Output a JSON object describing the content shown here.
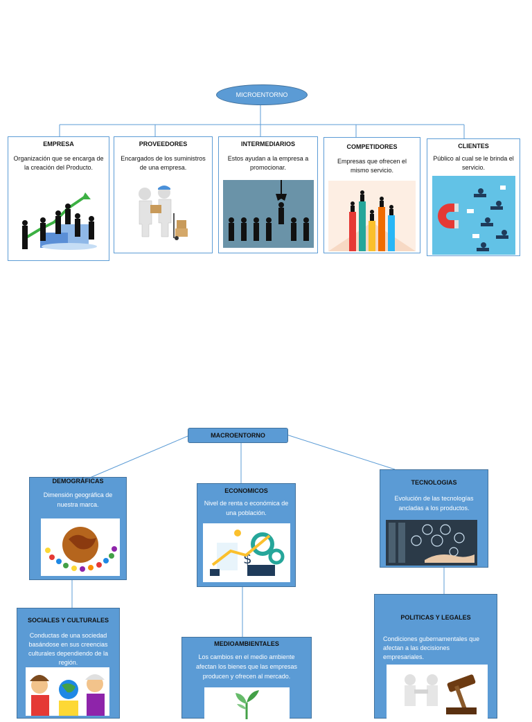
{
  "micro": {
    "title": "MICROENTORNO",
    "nodes": [
      {
        "title": "EMPRESA",
        "desc": "Organización que se encarga de la creación del Producto.",
        "icon": "business-growth-icon"
      },
      {
        "title": "PROVEEDORES",
        "desc": "Encargados de los suministros de una empresa.",
        "icon": "delivery-people-icon"
      },
      {
        "title": "INTERMEDIARIOS",
        "desc": "Estos ayudan a la empresa a promocionar.",
        "icon": "claw-picking-person-icon"
      },
      {
        "title": "COMPETIDORES",
        "desc": "Empresas que ofrecen el mismo servicio.",
        "icon": "bar-podium-icon"
      },
      {
        "title": "CLIENTES",
        "desc": "Público al cual se le brinda el servicio.",
        "icon": "magnet-attract-icon"
      }
    ]
  },
  "macro": {
    "title": "MACROENTORNO",
    "nodes": [
      {
        "title": "DEMOGRÁFICAS",
        "desc": "Dimensión geográfica de nuestra marca.",
        "icon": "globe-people-icon"
      },
      {
        "title": "ECONOMICOS",
        "desc": "Nivel de renta o económica de una población.",
        "icon": "economy-gears-icon"
      },
      {
        "title": "TECNOLOGIAS",
        "desc": "Evolución de las tecnologías ancladas a los productos.",
        "icon": "tech-hand-icon"
      },
      {
        "title": "SOCIALES Y CULTURALES",
        "desc": "Conductas de una sociedad basándose en sus creencias culturales dependiendo de la región.",
        "icon": "cultures-people-icon"
      },
      {
        "title": "MEDIOAMBIENTALES",
        "desc": "Los cambios en el medio ambiente afectan los bienes que las empresas producen y ofrecen al mercado.",
        "icon": "plant-icon"
      },
      {
        "title": "POLITICAS Y LEGALES",
        "desc": "Condiciones gubernamentales que afectan a las decisiones empresariales.",
        "icon": "gavel-handshake-icon"
      }
    ]
  },
  "colors": {
    "accent": "#5b9bd5",
    "border": "#41719c",
    "line": "#5b9bd5"
  }
}
